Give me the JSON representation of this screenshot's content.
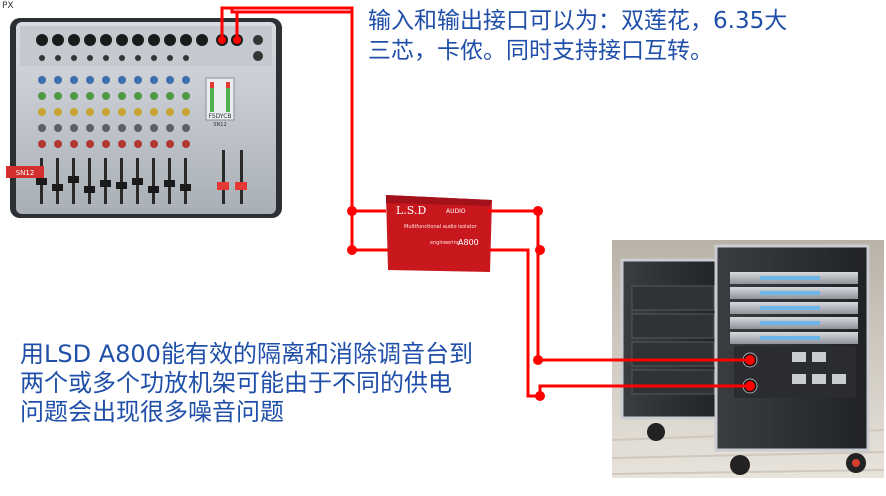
{
  "corner_mark": "PX",
  "top_note": {
    "line1": "输入和输出接口可以为：双莲花，6.35大",
    "line2": "三芯，卡侬。同时支持接口互转。"
  },
  "bottom_note": {
    "line1": "用LSD A800能有效的隔离和消除调音台到",
    "line2": "两个或多个功放机架可能由于不同的供电",
    "line3": "问题会出现很多噪音问题"
  },
  "mixer": {
    "brand": "FSDYCB",
    "model_label": "SN12",
    "tag": "SN12"
  },
  "isolator": {
    "brand": "L.S.D",
    "brand_suffix": "AUDIO",
    "subtitle": "Multifunctional audio isolator",
    "model": "A800",
    "series": "engineering"
  },
  "colors": {
    "wire": "#ff0000",
    "text": "#1f4fa8",
    "isolator_body": "#c8181e"
  }
}
